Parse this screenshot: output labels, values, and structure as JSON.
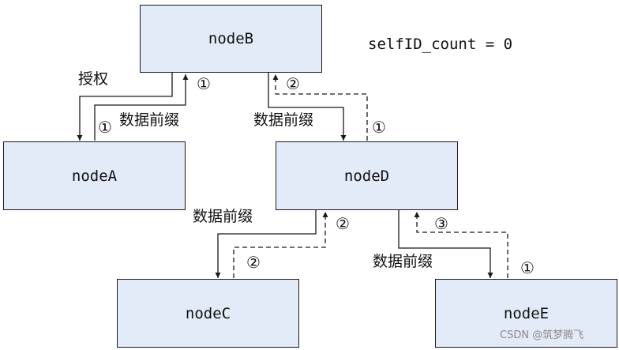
{
  "status_text": "selfID_count = 0",
  "nodes": {
    "nodeB": "nodeB",
    "nodeA": "nodeA",
    "nodeD": "nodeD",
    "nodeC": "nodeC",
    "nodeE": "nodeE"
  },
  "labels": {
    "grant": "授权",
    "data_prefix_b_a": "数据前缀",
    "data_prefix_b_d": "数据前缀",
    "data_prefix_d_c": "数据前缀",
    "data_prefix_d_e": "数据前缀"
  },
  "markers": {
    "one": "①",
    "two": "②",
    "three": "③"
  },
  "watermark": "CSDN @筑梦腾飞",
  "colors": {
    "node_fill": "#e3ebf8",
    "line": "#1a1a1a"
  }
}
